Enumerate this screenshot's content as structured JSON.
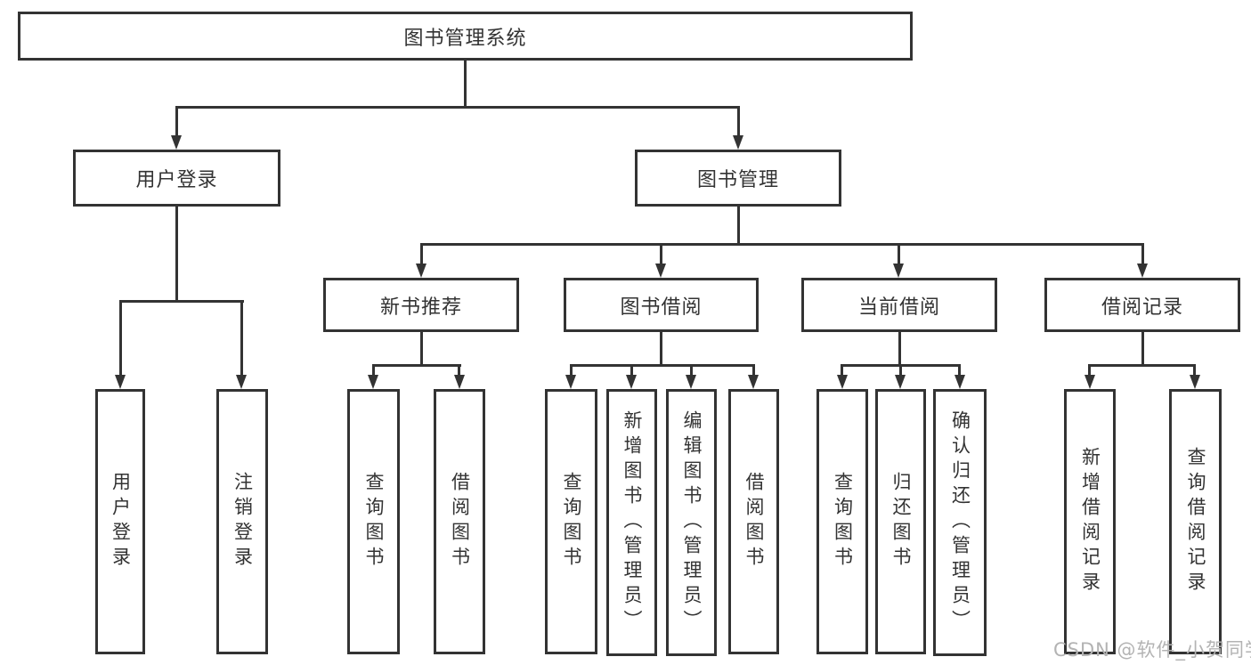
{
  "diagram": {
    "nodes": {
      "root": {
        "label": "图书管理系统"
      },
      "user_login": {
        "label": "用户登录"
      },
      "book_mgmt": {
        "label": "图书管理"
      },
      "new_book_rec": {
        "label": "新书推荐"
      },
      "book_borrow": {
        "label": "图书借阅"
      },
      "current_borrow": {
        "label": "当前借阅"
      },
      "borrow_record": {
        "label": "借阅记录"
      },
      "leaf_user_login": {
        "label": "用户登录"
      },
      "leaf_logout": {
        "label": "注销登录"
      },
      "leaf_query_book_a": {
        "label": "查询图书"
      },
      "leaf_borrow_book_a": {
        "label": "借阅图书"
      },
      "leaf_query_book_b": {
        "label": "查询图书"
      },
      "leaf_add_book": {
        "label": "新增图书（管理员）"
      },
      "leaf_edit_book": {
        "label": "编辑图书（管理员）"
      },
      "leaf_borrow_book_b": {
        "label": "借阅图书"
      },
      "leaf_query_book_c": {
        "label": "查询图书"
      },
      "leaf_return_book": {
        "label": "归还图书"
      },
      "leaf_confirm_return": {
        "label": "确认归还（管理员）"
      },
      "leaf_add_record": {
        "label": "新增借阅记录"
      },
      "leaf_query_record": {
        "label": "查询借阅记录"
      }
    },
    "colors": {
      "line": "#333333",
      "text": "#333333",
      "watermark": "#b3b3b3",
      "background": "#ffffff"
    }
  },
  "watermark": {
    "text": "CSDN @软件_小贺同学"
  }
}
